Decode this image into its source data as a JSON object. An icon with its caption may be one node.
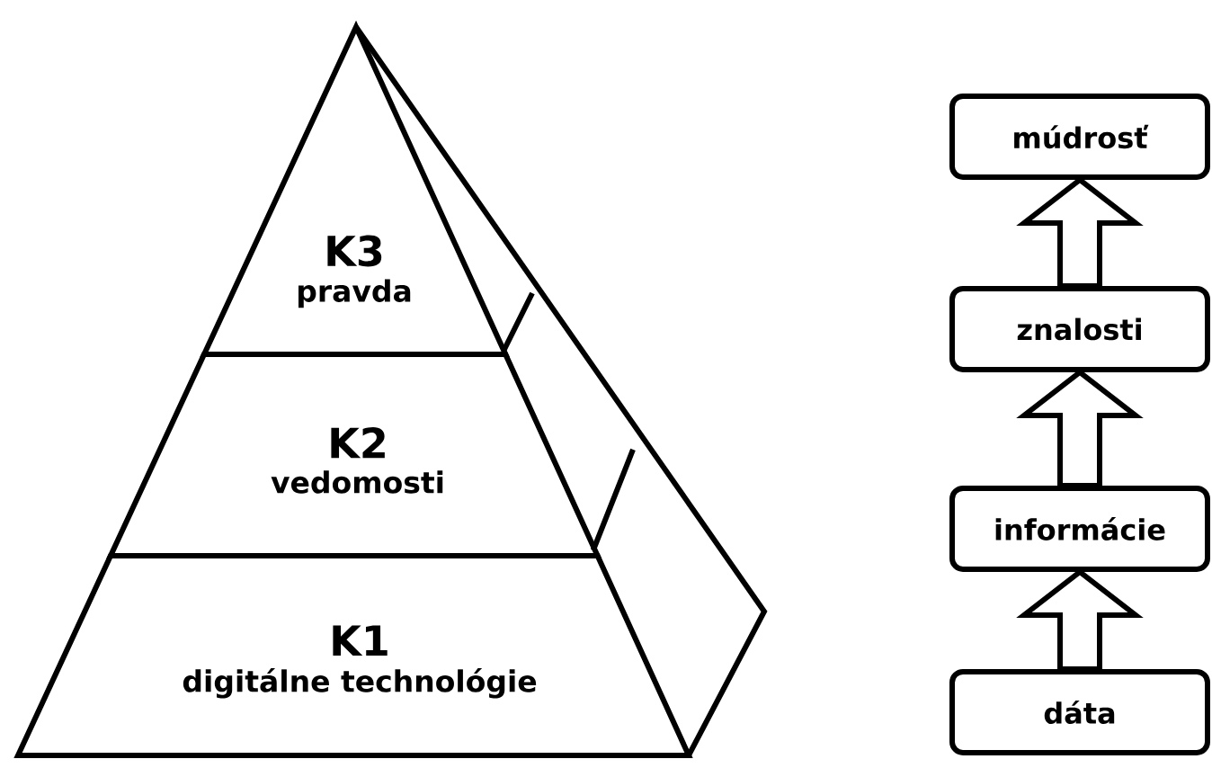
{
  "diagram": {
    "nodes": [
      {
        "text": [
          "K3",
          "pravda"
        ]
      },
      {
        "text": [
          "K2",
          "vedomosti"
        ]
      },
      {
        "text": [
          "K1",
          "digitálne technológie"
        ]
      },
      {
        "text": [
          "múdrosť"
        ]
      },
      {
        "text": [
          "znalosti"
        ]
      },
      {
        "text": [
          "informácie"
        ]
      },
      {
        "text": [
          "dáta"
        ]
      }
    ],
    "edges": [
      {
        "from": 6,
        "to": 5,
        "arrow": "to"
      },
      {
        "from": 5,
        "to": 4,
        "arrow": "to"
      },
      {
        "from": 4,
        "to": 3,
        "arrow": "to"
      }
    ]
  }
}
